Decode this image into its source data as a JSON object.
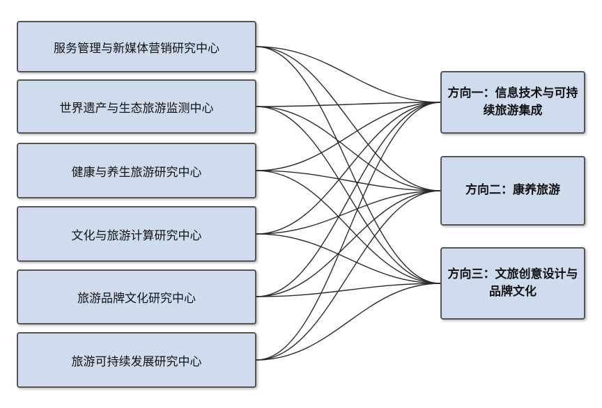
{
  "centers": [
    "服务管理与新媒体营销研究中心",
    "世界遗产与生态旅游监测中心",
    "健康与养生旅游研究中心",
    "文化与旅游计算研究中心",
    "旅游品牌文化研究中心",
    "旅游可持续发展研究中心"
  ],
  "directions": [
    "方向一：信息技术与可持续旅游集成",
    "方向二：康养旅游",
    "方向三：文旅创意设计与品牌文化"
  ],
  "colors": {
    "box_fill": "#cfdcee",
    "box_border": "#545454",
    "connector": "#2a2a2a"
  }
}
